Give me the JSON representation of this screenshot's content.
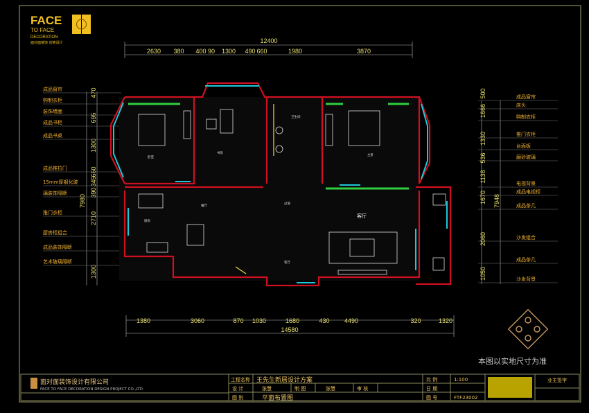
{
  "logo": {
    "line1": "FACE",
    "line2": "TO FACE",
    "line3": "DECORATION",
    "line4": "面对面装饰 创意设计"
  },
  "dimensions": {
    "top_total": "12400",
    "top_segments": [
      "2630",
      "380",
      "400",
      "90",
      "1300",
      "490",
      "660",
      "1980",
      "3870"
    ],
    "bottom_total": "14580",
    "bottom_segments": [
      "1380",
      "3060",
      "870",
      "1030",
      "1680",
      "430",
      "4490",
      "320",
      "1320"
    ],
    "left_total": "7980",
    "left_segments": [
      "470",
      "695",
      "1300",
      "660",
      "345",
      "390",
      "2710",
      "1300"
    ],
    "right_total": "7948",
    "right_segments": [
      "500",
      "1666",
      "1330",
      "536",
      "1138",
      "1670",
      "2060",
      "1050"
    ]
  },
  "left_labels": [
    "成品窗帘",
    "购制衣柜",
    "装饰墙面",
    "成品书柜",
    "成品书桌",
    "成品推拉门",
    "15mm厚钢化玻",
    "璃装饰隔断",
    "推门衣柜",
    "厨房柜组合",
    "成品装饰隔断",
    "艺术玻璃隔断"
  ],
  "right_labels": [
    "成品窗帘",
    "床头",
    "购制衣柜",
    "推门衣柜",
    "台面板",
    "磨砂玻璃",
    "电视背景",
    "成品电视柜",
    "成品茶几",
    "沙发组合",
    "成品茶几",
    "沙发背景"
  ],
  "rooms": {
    "bedroom": "卧室",
    "study": "书房",
    "bathroom": "卫生间",
    "master": "主卧",
    "kitchen": "厨房",
    "dining": "餐厅",
    "corridor": "过道",
    "living": "客厅",
    "living_tag": "客厅"
  },
  "note": "本图以实地尺寸为准",
  "title_block": {
    "company_cn": "面对面装饰设计有限公司",
    "company_en": "FACE TO FACE DECORATION DESIGN PROJECT CO.,LTD",
    "project_label": "工程名称",
    "project": "王先生新居设计方案",
    "design_label": "设 计",
    "designer": "张慧",
    "draw_label": "制 图",
    "drafter": "张慧",
    "review_label": "审 核",
    "drawing_label": "图 别",
    "drawing": "平面布置图",
    "scale_label": "比 例",
    "scale": "1:100",
    "date_label": "日 期",
    "number_label": "图 号",
    "number": "FTF23002",
    "sign": "业主签字"
  },
  "colors": {
    "wall": "#d01020",
    "window": "#20c8d8",
    "dim": "#e8e070",
    "label": "#f0b030",
    "frame": "#8a8a60"
  }
}
